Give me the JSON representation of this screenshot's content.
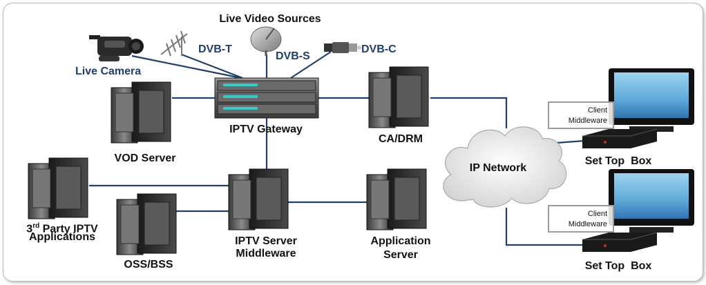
{
  "title": "Live Video Sources",
  "sources": {
    "camera": "Live Camera",
    "dvb_t": "DVB-T",
    "dvb_s": "DVB-S",
    "dvb_c": "DVB-C"
  },
  "nodes": {
    "gateway": "IPTV Gateway",
    "vod": "VOD Server",
    "cadrm": "CA/DRM",
    "third_party_pre": "3",
    "third_party_sup": "rd",
    "third_party_line1": " Party IPTV",
    "third_party_line2": "Applications",
    "oss": "OSS/BSS",
    "middleware_line1": "IPTV Server",
    "middleware_line2": "Middleware",
    "app_server_line1": "Application",
    "app_server_line2": "Server",
    "network": "IP Network"
  },
  "clients": [
    {
      "middleware_line1": "Client",
      "middleware_line2": "Middleware",
      "stb": "Set Top  Box"
    },
    {
      "middleware_line1": "Client",
      "middleware_line2": "Middleware",
      "stb": "Set Top  Box"
    }
  ],
  "colors": {
    "link": "#1f3e6b",
    "label_blue": "#1f3e6b",
    "led": "#38c8c8"
  }
}
